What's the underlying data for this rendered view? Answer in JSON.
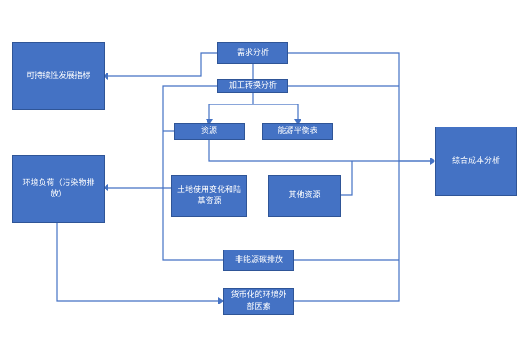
{
  "nodes": {
    "demand": "需求分析",
    "processing": "加工转换分析",
    "sustainability": "可持续性发展指标",
    "resources": "资源",
    "energy_balance": "能源平衡表",
    "env_load": "环境负荷（污染物排放）",
    "land_use": "土地使用变化和陆基资源",
    "other_resources": "其他资源",
    "cost_analysis": "综合成本分析",
    "non_energy_carbon": "非能源碳排放",
    "externalities": "货币化的环境外部因素"
  },
  "colors": {
    "box_fill": "#4472c4",
    "box_border": "#2f5597",
    "connector": "#4472c4",
    "text": "#ffffff"
  }
}
